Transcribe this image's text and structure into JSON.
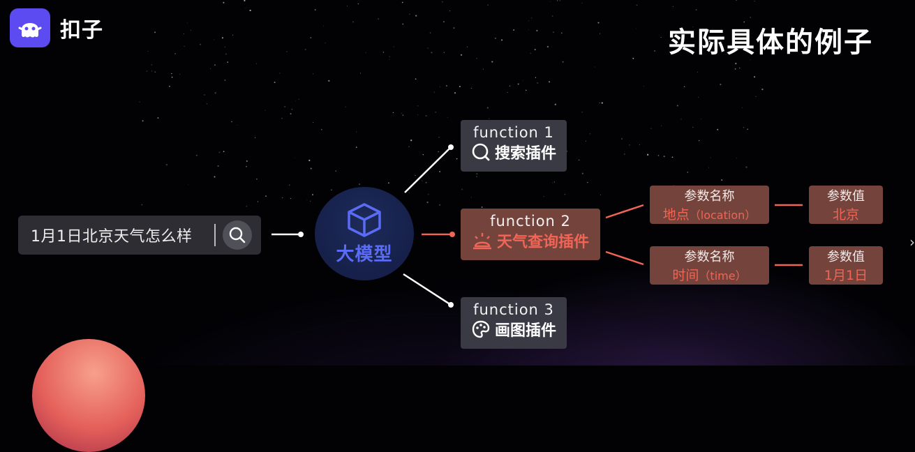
{
  "brand": {
    "name": "扣子",
    "icon": "coze-ghost-icon",
    "color": "#5b4bf0"
  },
  "slide_title": "实际具体的例子",
  "query": {
    "text": "1月1日北京天气怎么样",
    "icon": "search-icon"
  },
  "model": {
    "label": "大模型",
    "icon": "cube-icon",
    "color": "#5a6cf5"
  },
  "functions": [
    {
      "title": "function 1",
      "name": "搜索插件",
      "icon": "search-icon"
    },
    {
      "title": "function 2",
      "name": "天气查询插件",
      "icon": "weather-icon"
    },
    {
      "title": "function 3",
      "name": "画图插件",
      "icon": "palette-icon"
    }
  ],
  "parameters": [
    {
      "label": "参数名称",
      "value": "地点",
      "value_note": "location",
      "value_label": "参数值",
      "value_value": "北京"
    },
    {
      "label": "参数名称",
      "value": "时间",
      "value_note": "time",
      "value_label": "参数值",
      "value_value": "1月1日"
    }
  ],
  "colors": {
    "highlight": "#f06555",
    "active_card": "#73433c",
    "card": "#3a3a45"
  }
}
